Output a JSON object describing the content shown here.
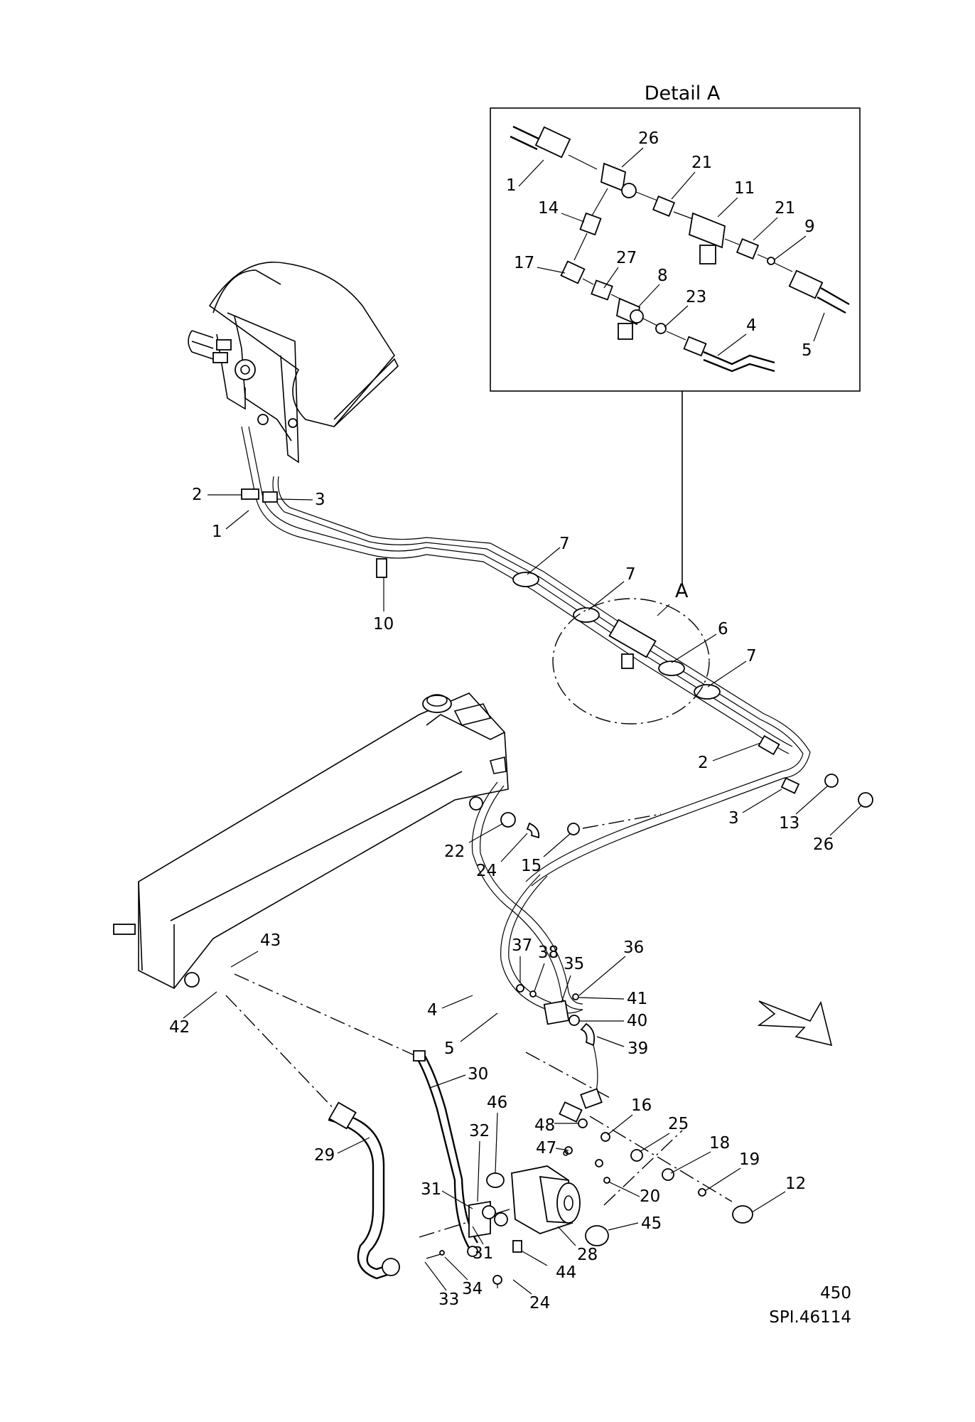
{
  "detail": {
    "title": "Detail A",
    "labels": [
      "1",
      "26",
      "21",
      "11",
      "21",
      "9",
      "14",
      "17",
      "27",
      "8",
      "23",
      "4",
      "5"
    ]
  },
  "callouts": {
    "A": "A",
    "main": [
      "2",
      "3",
      "1",
      "10",
      "7",
      "7",
      "6",
      "7",
      "2",
      "3",
      "13",
      "26",
      "22",
      "24",
      "15",
      "37",
      "38",
      "35",
      "36",
      "41",
      "40",
      "39",
      "4",
      "5",
      "43",
      "42",
      "30",
      "29",
      "46",
      "32",
      "48",
      "47",
      "16",
      "25",
      "18",
      "19",
      "12",
      "20",
      "45",
      "31",
      "31",
      "28",
      "44",
      "33",
      "34",
      "24"
    ]
  },
  "footer": {
    "page_number": "450",
    "drawing_ref": "SPI.46114"
  }
}
